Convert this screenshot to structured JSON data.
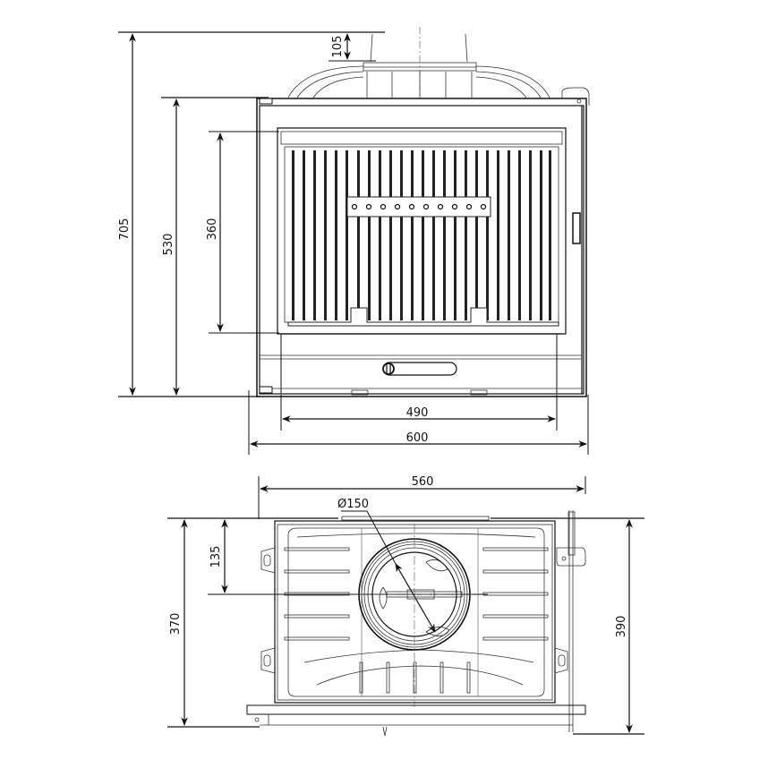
{
  "drawing": {
    "subject": "Fireplace insert technical drawing",
    "front_view": {
      "dimensions": {
        "total_height": "705",
        "body_height": "530",
        "glass_height": "360",
        "flue_collar_height": "105",
        "glass_width": "490",
        "total_width": "600"
      },
      "vent_holes_count": 10
    },
    "top_view": {
      "dimensions": {
        "width": "560",
        "flue_diameter": "Ø150",
        "flue_offset": "135",
        "depth": "370",
        "depth_with_frame": "390"
      }
    },
    "colors": {
      "line": "#111111",
      "background": "#ffffff"
    }
  }
}
